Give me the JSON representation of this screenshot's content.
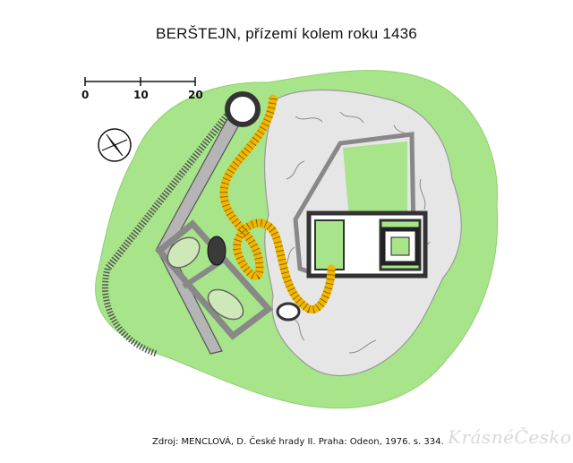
{
  "title": "BERŠTEJN, přízemí kolem roku 1436",
  "scale": {
    "labels": [
      "0",
      "10",
      "20"
    ]
  },
  "source": "Zdroj: MENCLOVÁ, D. České hrady II. Praha: Odeon, 1976. s. 334.",
  "watermark": "KrásnéČesko.cz",
  "colors": {
    "vegetation": "#a8e48a",
    "rock": "#e6e6e6",
    "wall": "#8c8c8c",
    "path": "#f2b600",
    "interior": "#9be07a"
  },
  "icons": [
    "compass-icon"
  ]
}
